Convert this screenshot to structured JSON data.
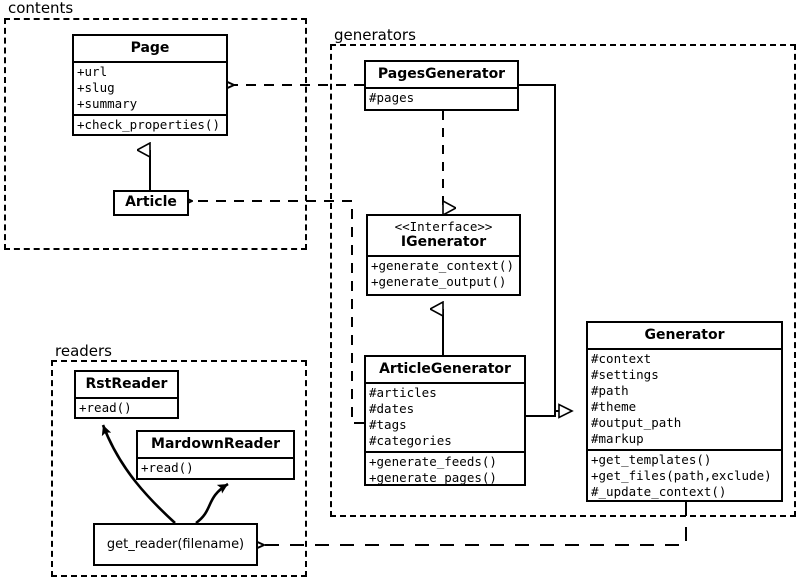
{
  "diagram": {
    "title": "Pelican UML class diagram",
    "type": "uml-class-diagram",
    "stroke_color": "#000000",
    "background_color": "#ffffff"
  },
  "packages": [
    {
      "id": "contents",
      "label": "contents"
    },
    {
      "id": "generators",
      "label": "generators"
    },
    {
      "id": "readers",
      "label": "readers"
    }
  ],
  "classes": {
    "page": {
      "name": "Page",
      "attributes": [
        "+url",
        "+slug",
        "+summary"
      ],
      "methods": [
        "+check_properties()"
      ]
    },
    "article": {
      "name": "Article",
      "attributes": [],
      "methods": []
    },
    "pages_generator": {
      "name": "PagesGenerator",
      "attributes": [
        "#pages"
      ],
      "methods": []
    },
    "igenerator": {
      "stereotype": "<<Interface>>",
      "name": "IGenerator",
      "attributes": [],
      "methods": [
        "+generate_context()",
        "+generate_output()"
      ]
    },
    "article_generator": {
      "name": "ArticleGenerator",
      "attributes": [
        "#articles",
        "#dates",
        "#tags",
        "#categories"
      ],
      "methods": [
        "+generate_feeds()",
        "+generate_pages()"
      ]
    },
    "generator": {
      "name": "Generator",
      "attributes": [
        "#context",
        "#settings",
        "#path",
        "#theme",
        "#output_path",
        "#markup"
      ],
      "methods": [
        "+get_templates()",
        "+get_files(path,exclude)",
        "#_update_context()"
      ]
    },
    "rst_reader": {
      "name": "RstReader",
      "attributes": [],
      "methods": [
        "+read()"
      ]
    },
    "mardown_reader": {
      "name": "MardownReader",
      "attributes": [],
      "methods": [
        "+read()"
      ]
    },
    "get_reader": {
      "name": "get_reader(filename)"
    }
  },
  "relationships": [
    {
      "id": "article-inherits-page",
      "kind": "generalization",
      "from": "Article",
      "to": "Page"
    },
    {
      "id": "pagesgenerator-realizes-igenerator",
      "kind": "realization",
      "from": "PagesGenerator",
      "to": "IGenerator"
    },
    {
      "id": "articlegenerator-realizes-igenerator",
      "kind": "realization",
      "from": "ArticleGenerator",
      "to": "IGenerator"
    },
    {
      "id": "pagesgenerator-extends-generator",
      "kind": "generalization",
      "from": "PagesGenerator",
      "to": "Generator"
    },
    {
      "id": "articlegenerator-extends-generator",
      "kind": "generalization",
      "from": "ArticleGenerator",
      "to": "Generator"
    },
    {
      "id": "pagesgenerator-uses-page",
      "kind": "dependency",
      "from": "PagesGenerator",
      "to": "Page"
    },
    {
      "id": "articlegenerator-uses-article",
      "kind": "dependency",
      "from": "ArticleGenerator",
      "to": "Article"
    },
    {
      "id": "generator-uses-get-reader",
      "kind": "dependency",
      "from": "Generator",
      "to": "get_reader(filename)"
    },
    {
      "id": "get-reader-creates-rstreader",
      "kind": "creates",
      "from": "get_reader(filename)",
      "to": "RstReader"
    },
    {
      "id": "get-reader-creates-mardownreader",
      "kind": "creates",
      "from": "get_reader(filename)",
      "to": "MardownReader"
    }
  ]
}
